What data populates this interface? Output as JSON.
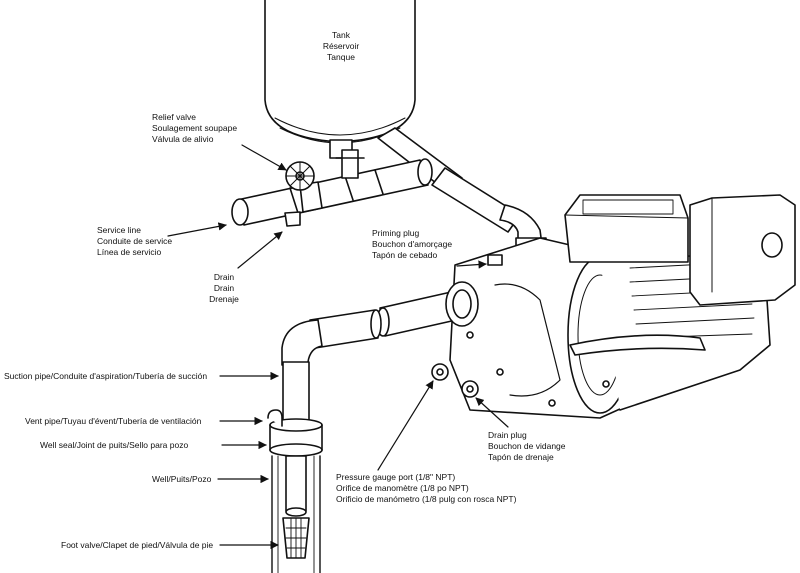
{
  "labels": {
    "tank": [
      "Tank",
      "Réservoir",
      "Tanque"
    ],
    "relief_valve": [
      "Relief valve",
      "Soulagement soupape",
      "Válvula de alivio"
    ],
    "service_line": [
      "Service line",
      "Conduite de service",
      "Línea de servicio"
    ],
    "drain_line": [
      "Drain",
      "Drain",
      "Drenaje"
    ],
    "priming_plug": [
      "Priming plug",
      "Bouchon d'amorçage",
      "Tapón de cebado"
    ],
    "suction_pipe": "Suction pipe/Conduite d'aspiration/Tubería de succión",
    "vent_pipe": "Vent pipe/Tuyau d'évent/Tubería de ventilación",
    "well_seal": "Well seal/Joint de puits/Sello para pozo",
    "well": "Well/Puits/Pozo",
    "foot_valve": "Foot valve/Clapet de pied/Válvula de pie",
    "drain_plug": [
      "Drain plug",
      "Bouchon de vidange",
      "Tapón de drenaje"
    ],
    "pressure_gauge_port": [
      "Pressure gauge port (1/8\" NPT)",
      "Orifice de manomètre (1/8 po NPT)",
      "Orificio de manómetro (1/8 pulg con rosca NPT)"
    ]
  }
}
